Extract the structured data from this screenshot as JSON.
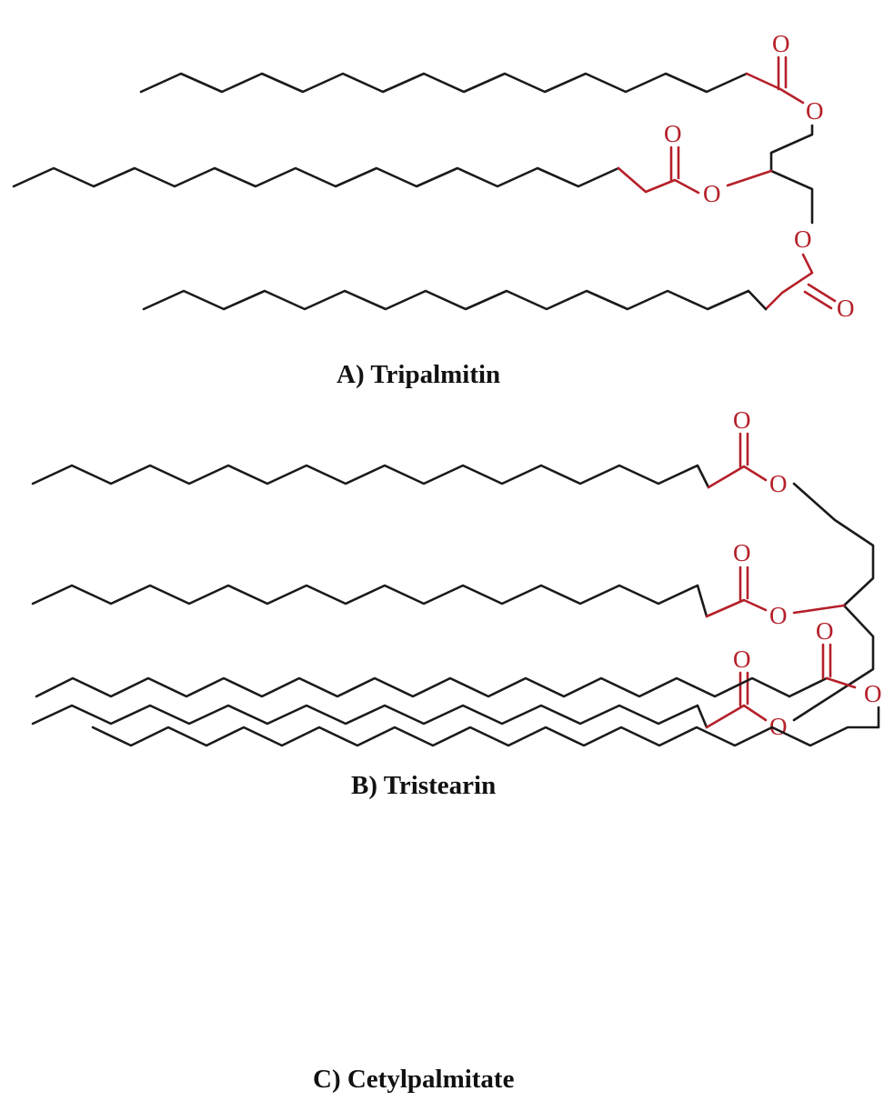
{
  "molecules": [
    {
      "id": "tripalmitin",
      "caption": "A) Tripalmitin",
      "atom_labels": {
        "oxygen": "O"
      },
      "colors": {
        "bond": "#1a1a1a",
        "ester": "#b5202a"
      }
    },
    {
      "id": "tristearin",
      "caption": "B) Tristearin",
      "atom_labels": {
        "oxygen": "O"
      },
      "colors": {
        "bond": "#1a1a1a",
        "ester": "#b5202a"
      }
    },
    {
      "id": "cetylpalmitate",
      "caption": "C) Cetylpalmitate",
      "atom_labels": {
        "oxygen": "O"
      },
      "colors": {
        "bond": "#1a1a1a",
        "ester": "#b5202a"
      }
    }
  ]
}
